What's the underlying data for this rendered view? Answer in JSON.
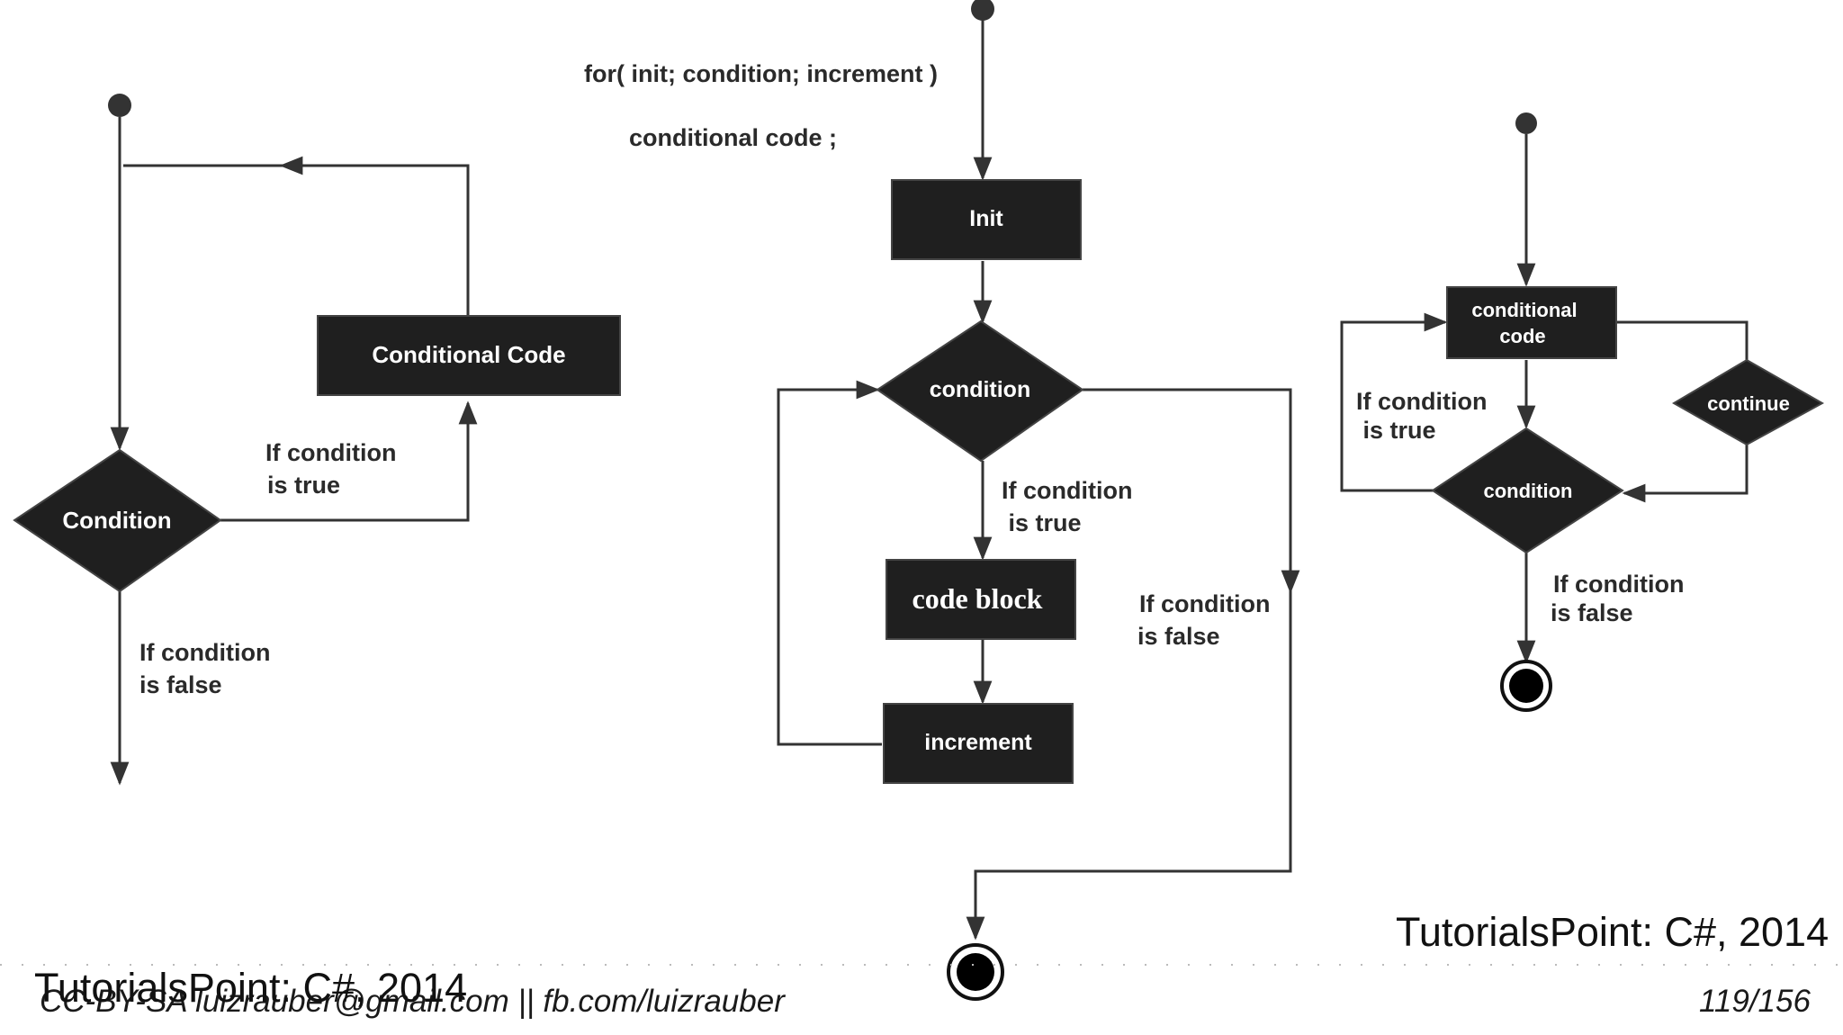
{
  "while_loop": {
    "condition": "Condition",
    "code": "Conditional Code",
    "true_label": [
      "If condition",
      "is true"
    ],
    "false_label": [
      "If condition",
      "is false"
    ]
  },
  "for_loop": {
    "syntax_line1": "for( init; condition; increment )",
    "syntax_line2": "conditional code ;",
    "init": "Init",
    "condition": "condition",
    "code_block": "code block",
    "increment": "increment",
    "true_label": [
      "If condition",
      " is true"
    ],
    "false_label": [
      "If condition",
      "is false"
    ]
  },
  "do_while_loop": {
    "code": [
      "conditional",
      "code"
    ],
    "continue": "continue",
    "condition": "condition",
    "true_label": [
      "If condition",
      " is true"
    ],
    "false_label": [
      "If condition",
      "is false"
    ]
  },
  "attributions": {
    "right": "TutorialsPoint: C#, 2014",
    "left": "TutorialsPoint: C#, 2014"
  },
  "footer": {
    "license": "CC-BY-SA luizrauber@gmail.com || fb.com/luizrauber",
    "page": "119/156"
  },
  "colors": {
    "shape_fill": "#1f1f1f",
    "edge": "#333333",
    "text": "#2a2a2a"
  }
}
